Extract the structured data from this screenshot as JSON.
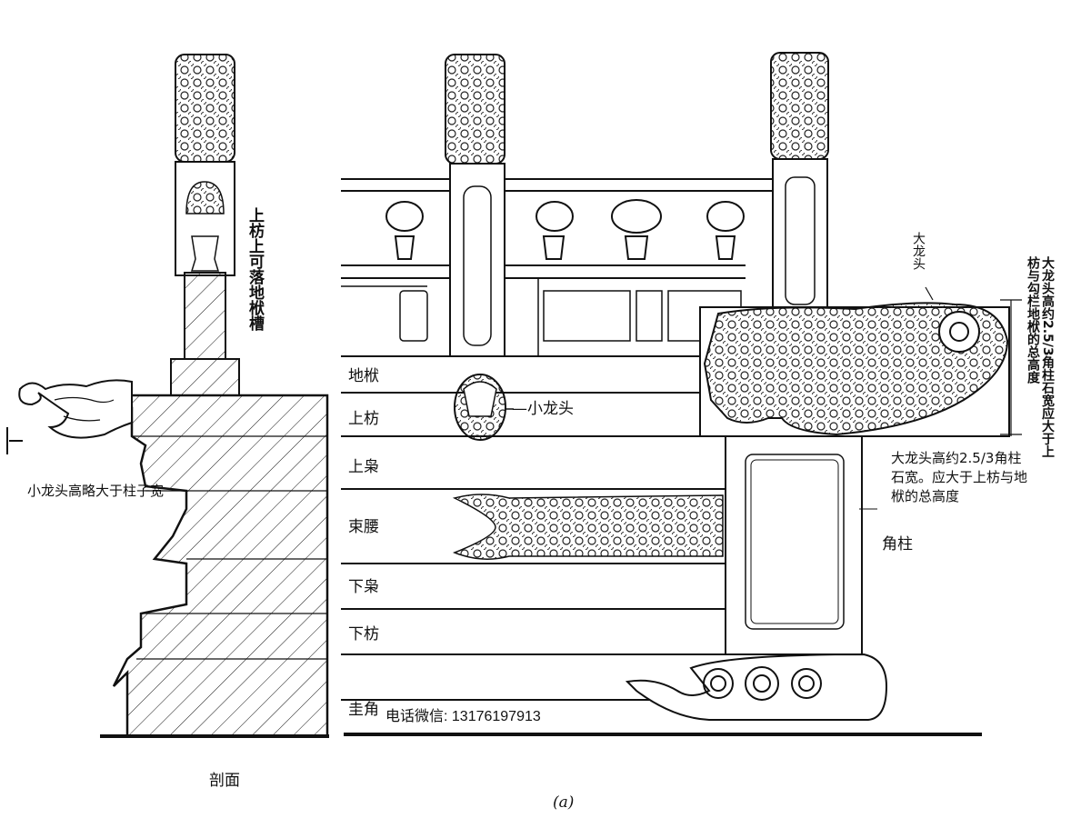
{
  "section_view": {
    "title": "剖面",
    "note_top_post": "上枋上可落地栿槽",
    "note_small_dragon": "小龙头高略大于柱子宽"
  },
  "elevation": {
    "layers": [
      "地栿",
      "上枋",
      "上枭",
      "束腰",
      "下枭",
      "下枋",
      "圭角"
    ],
    "small_dragon_label": "—小龙头",
    "big_dragon_label": "大龙头",
    "corner_post_label": "角柱",
    "big_dragon_note": "大龙头高约2.5/3角柱石宽。应大于上枋与地栿的总高度",
    "vertical_dim_note": "大龙头高约2.5/3角柱石宽应大于上枋与勾栏地栿的总高度",
    "contact": "电话微信: 13176197913"
  },
  "figure_caption": "(a)"
}
